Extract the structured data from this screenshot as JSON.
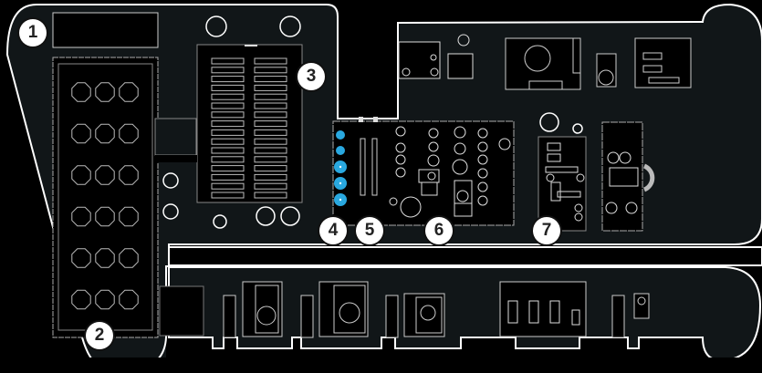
{
  "colors": {
    "board": "#111618",
    "outline": "#ffffff",
    "void": "#000000",
    "silk": "#d0d0d0",
    "accent_led": "#29a8e0"
  },
  "callouts": [
    {
      "label": "1",
      "target": "top-left-label-area"
    },
    {
      "label": "2",
      "target": "left-octagon-pad-array"
    },
    {
      "label": "3",
      "target": "slot-connector-block"
    },
    {
      "label": "4",
      "target": "blue-led-column"
    },
    {
      "label": "5",
      "target": "dual-slot-bars"
    },
    {
      "label": "6",
      "target": "center-component-module"
    },
    {
      "label": "7",
      "target": "detail-component-board"
    }
  ],
  "octagon_grid": {
    "rows": 6,
    "cols": 3
  },
  "slot_rows": 16,
  "led_count": 5
}
